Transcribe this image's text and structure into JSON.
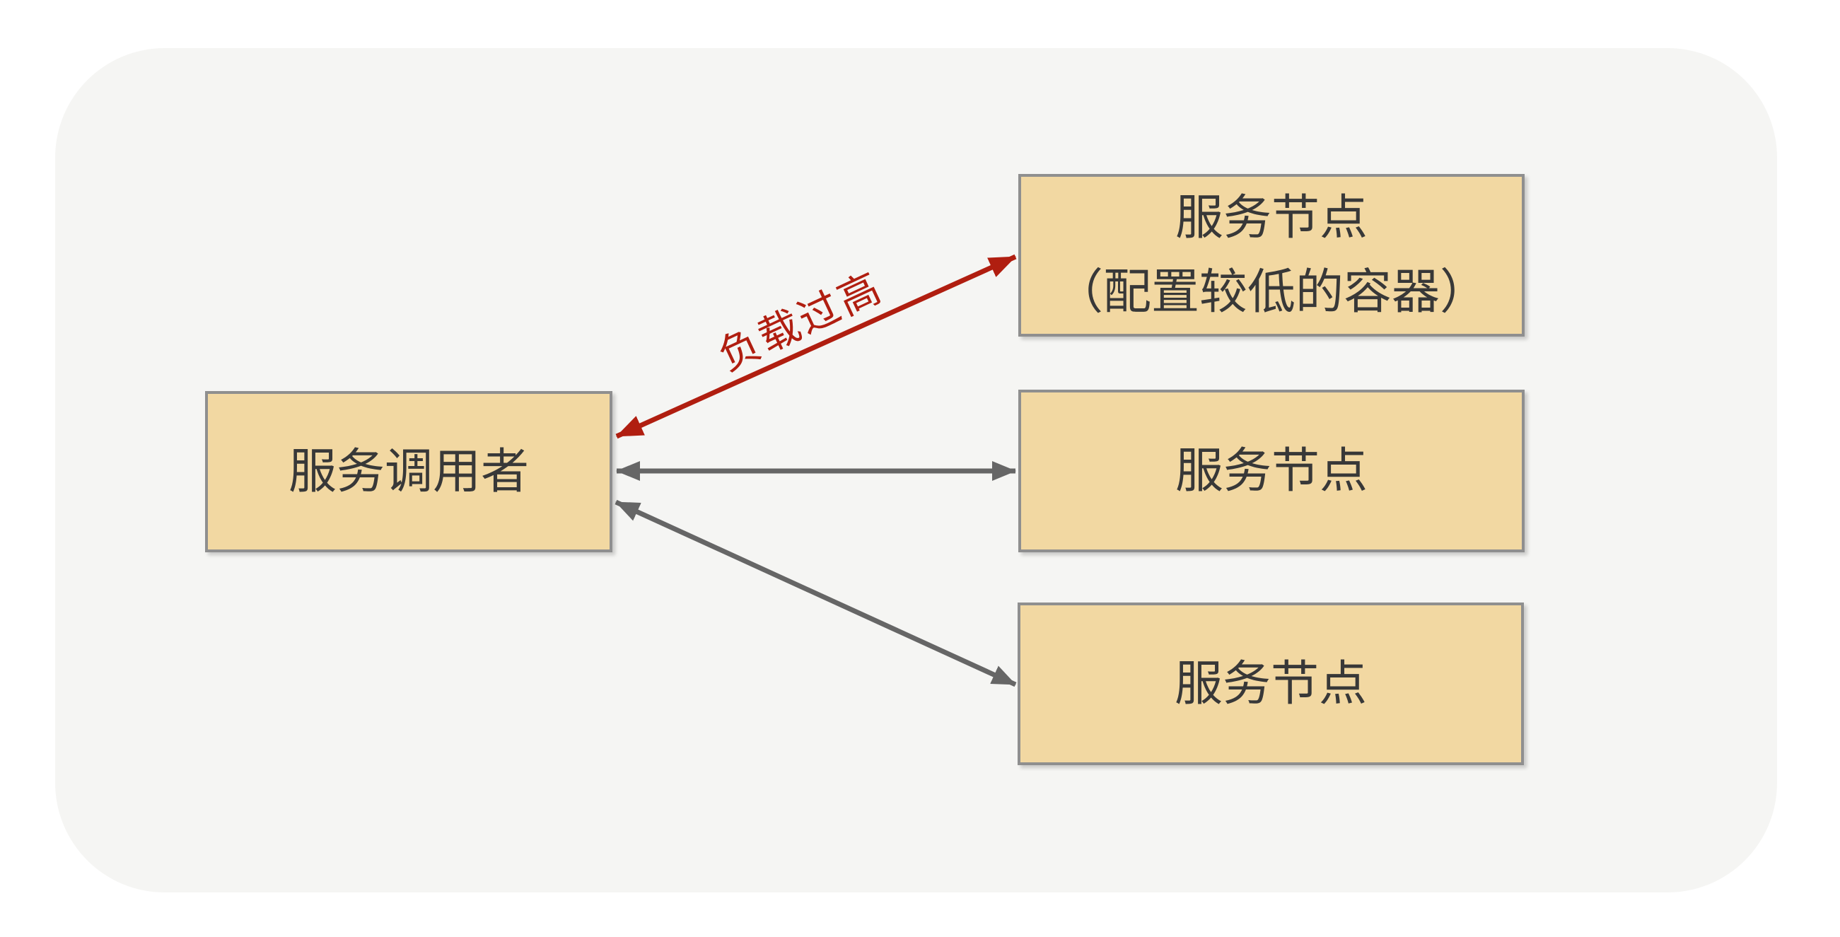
{
  "diagram": {
    "title": "load-balancing-service-call-diagram",
    "colors": {
      "page_background": "#ffffff",
      "card_background": "#f5f5f3",
      "node_fill": "#f2d8a2",
      "node_border": "#8f8f8f",
      "node_text": "#383838",
      "arrow_gray": "#666666",
      "arrow_red": "#b01e10"
    },
    "nodes": {
      "caller": {
        "label": "服务调用者"
      },
      "overloaded_node": {
        "line1": "服务节点",
        "line2": "（配置较低的容器）"
      },
      "node2": {
        "label": "服务节点"
      },
      "node3": {
        "label": "服务节点"
      }
    },
    "edges": {
      "overload": {
        "label": "负载过高",
        "type": "double-arrow",
        "color": "#b01e10"
      },
      "middle": {
        "label": "",
        "type": "double-arrow",
        "color": "#666666"
      },
      "bottom": {
        "label": "",
        "type": "double-arrow",
        "color": "#666666"
      }
    }
  }
}
